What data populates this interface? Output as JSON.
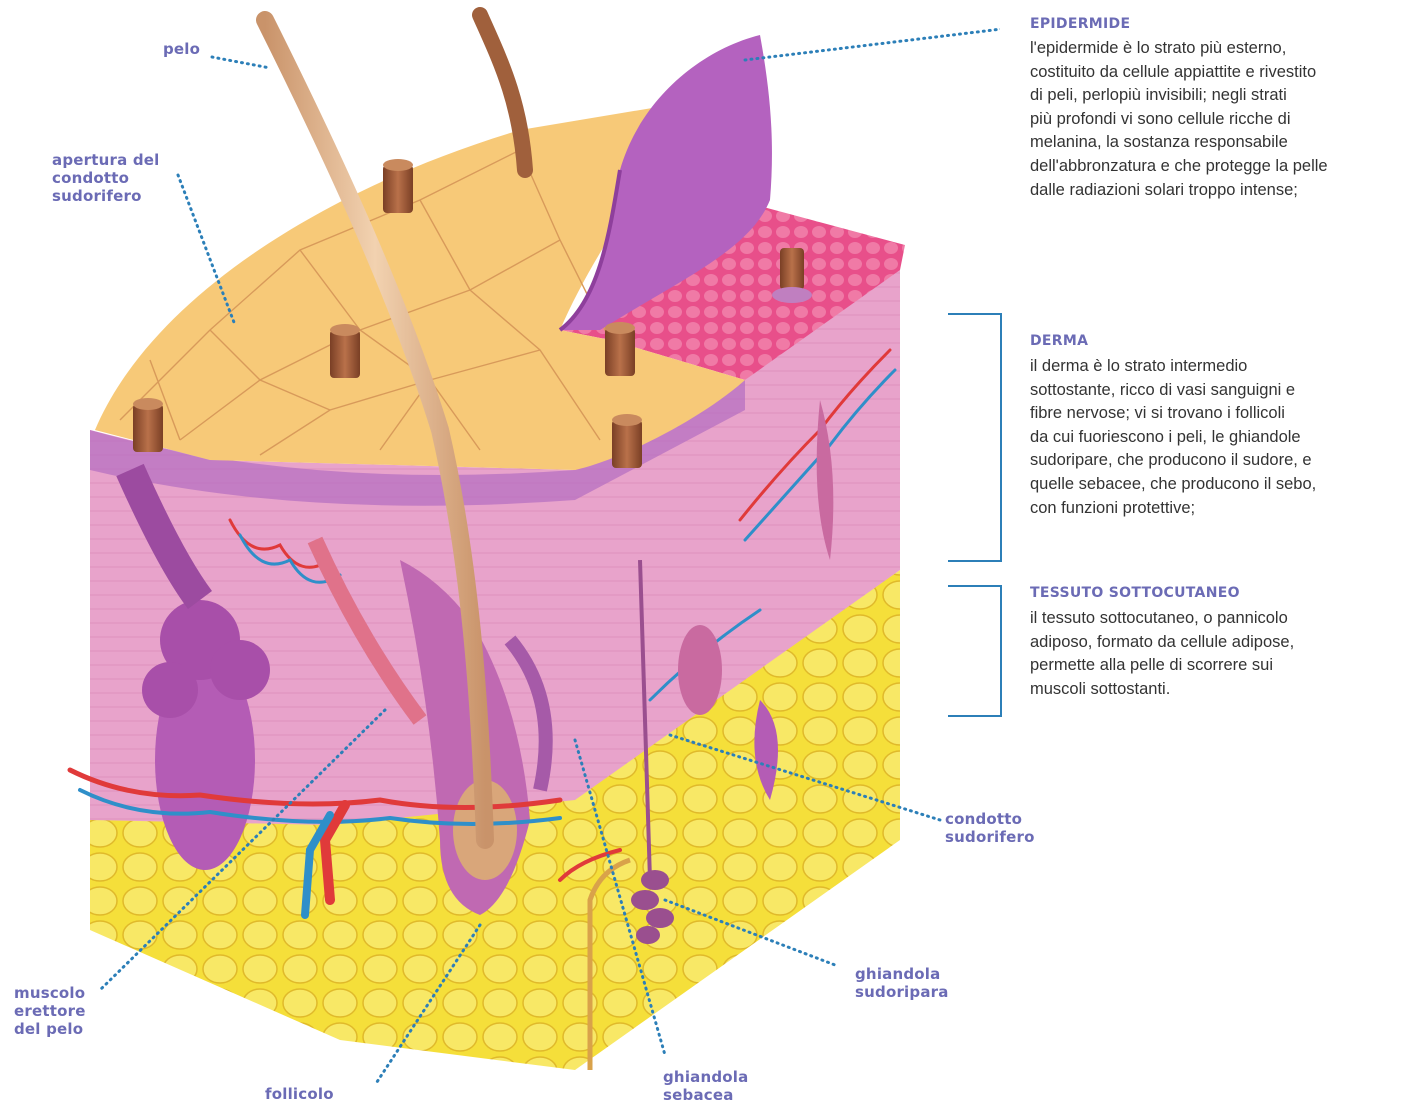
{
  "labels": {
    "pelo": "pelo",
    "apertura": "apertura del\ncondotto\nsudorifero",
    "muscolo": "muscolo\nerettore\ndel pelo",
    "follicolo": "follicolo",
    "sebacea": "ghiandola\nsebacea",
    "sudoripara": "ghiandola\nsudoripara",
    "condotto": "condotto\nsudorifero"
  },
  "sections": {
    "epidermide": {
      "title": "EPIDERMIDE",
      "lines": [
        "l'epidermide è lo strato più esterno,",
        "costituito da cellule appiattite e rivestito",
        "di peli, perlopiù invisibili; negli strati",
        "più profondi vi sono cellule ricche di",
        "melanina, la sostanza responsabile",
        "dell'abbronzatura e che protegge la pelle",
        "dalle radiazioni solari troppo intense;"
      ]
    },
    "derma": {
      "title": "DERMA",
      "lines": [
        "il derma è lo strato intermedio",
        "sottostante, ricco di vasi sanguigni e",
        "fibre nervose; vi si trovano i follicoli",
        "da cui fuoriescono i peli, le ghiandole",
        "sudoripare, che producono il sudore, e",
        "quelle sebacee, che producono il sebo,",
        "con funzioni protettive;"
      ]
    },
    "tessuto": {
      "title": "TESSUTO SOTTOCUTANEO",
      "lines": [
        "il tessuto sottocutaneo, o pannicolo",
        "adiposo, formato da cellule adipose,",
        "permette alla pelle di scorrere sui",
        "muscoli sottostanti."
      ]
    }
  },
  "colors": {
    "label": "#6b6bb5",
    "leader": "#2c7fb8",
    "epidermis": "#f7c978",
    "dermis": "#e59bc6",
    "fat": "#f5df3a",
    "hair": "#d9a67a"
  }
}
